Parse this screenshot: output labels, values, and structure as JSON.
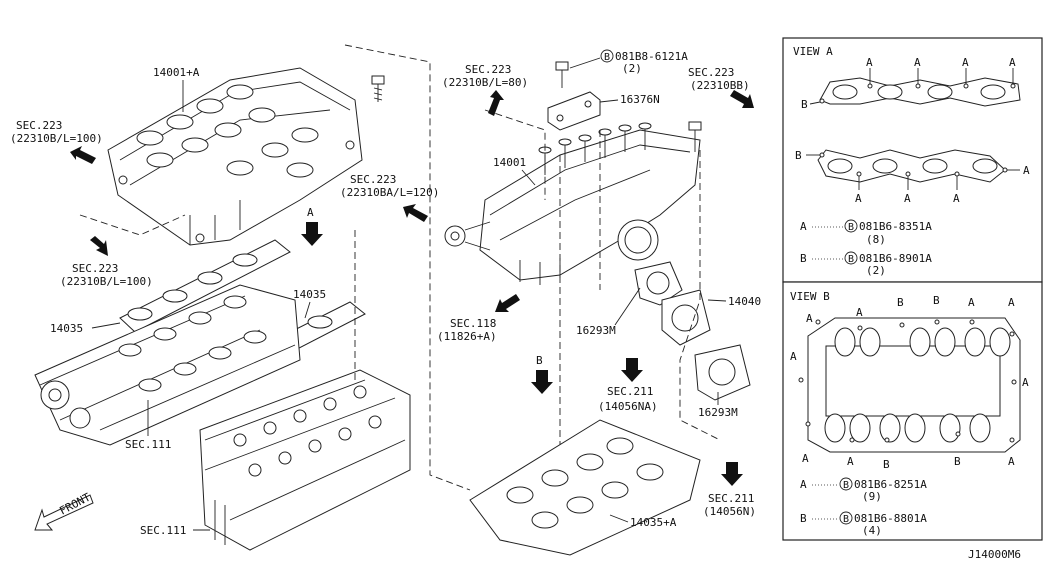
{
  "labels": {
    "p14001a": "14001+A",
    "sec223_left_1": "SEC.223",
    "sec223_left_2": "(22310B/L=100)",
    "sec223_lower_1": "SEC.223",
    "sec223_lower_2": "(22310B/L=100)",
    "sec223_mid_1": "SEC.223",
    "sec223_mid_2": "(22310BA/L=120)",
    "sec223_top_1": "SEC.223",
    "sec223_top_2": "(22310B/L=80)",
    "sec223_right_1": "SEC.223",
    "sec223_right_2": "(22310BB)",
    "bolt_top_code": "081B8-6121A",
    "bolt_top_qty": "(2)",
    "p16376n": "16376N",
    "p14001": "14001",
    "arrow_a": "A",
    "arrow_b": "B",
    "p14035_left": "14035",
    "p14035_mid": "14035",
    "sec111_upper": "SEC.111",
    "sec111_lower": "SEC.111",
    "sec118_1": "SEC.118",
    "sec118_2": "(11826+A)",
    "p16293m_1": "16293M",
    "p14040": "14040",
    "p16293m_2": "16293M",
    "sec211_mid_1": "SEC.211",
    "sec211_mid_2": "(14056NA)",
    "sec211_low_1": "SEC.211",
    "sec211_low_2": "(14056N)",
    "p14035a": "14035+A",
    "front": "FRONT",
    "circle_b": "B"
  },
  "view_a": {
    "title": "VIEW A",
    "marker_a": "A",
    "marker_b": "B",
    "legend_a_letter": "A",
    "legend_a_code": "081B6-8351A",
    "legend_a_qty": "(8)",
    "legend_b_letter": "B",
    "legend_b_code": "081B6-8901A",
    "legend_b_qty": "(2)"
  },
  "view_b": {
    "title": "VIEW B",
    "marker_a": "A",
    "marker_b": "B",
    "legend_a_letter": "A",
    "legend_a_code": "081B6-8251A",
    "legend_a_qty": "(9)",
    "legend_b_letter": "B",
    "legend_b_code": "081B6-8801A",
    "legend_b_qty": "(4)"
  },
  "diagram_id": "J14000M6",
  "colors": {
    "line": "#222222",
    "background": "#ffffff"
  }
}
